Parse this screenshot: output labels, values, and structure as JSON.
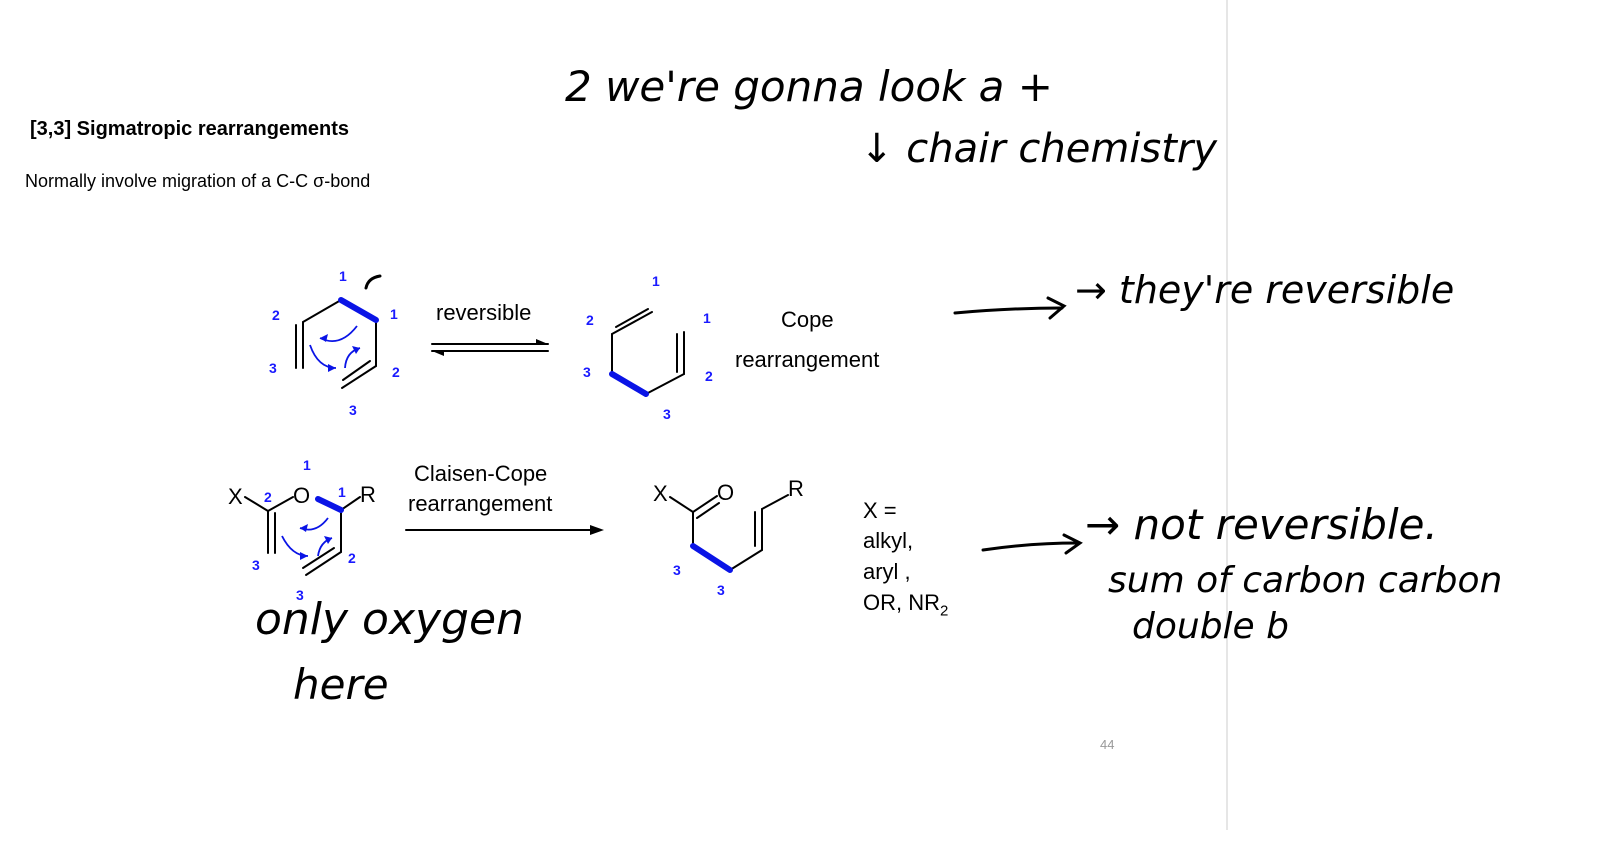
{
  "slide": {
    "title": "[3,3] Sigmatropic rearrangements",
    "subtitle": "Normally involve migration of a C-C σ-bond",
    "page_number": "44"
  },
  "cope": {
    "arrow_label": "reversible",
    "name_line1": "Cope",
    "name_line2": "rearrangement"
  },
  "claisen": {
    "arrow_label_line1": "Claisen-Cope",
    "arrow_label_line2": "rearrangement",
    "x_def_line1": "X =",
    "x_def_line2": "alkyl,",
    "x_def_line3": "aryl ,",
    "x_def_line4": "OR, NR",
    "x_def_sub": "2",
    "atom_x": "X",
    "atom_o": "O",
    "atom_r": "R"
  },
  "numbering": {
    "one": "1",
    "two": "2",
    "three": "3"
  },
  "handwritten": {
    "note_top": "2 we're gonna look a +",
    "note_top2": "↓ chair chemistry",
    "note_reversible": "→ they're reversible",
    "note_not_reversible": "→ not reversible.",
    "note_sum": "sum of carbon carbon",
    "note_double": "double b",
    "note_oxygen": "only oxygen",
    "note_here": "here"
  },
  "colors": {
    "bond": "#000000",
    "highlight": "#0a14e6",
    "number": "#1a1aff",
    "ink": "#000000"
  }
}
